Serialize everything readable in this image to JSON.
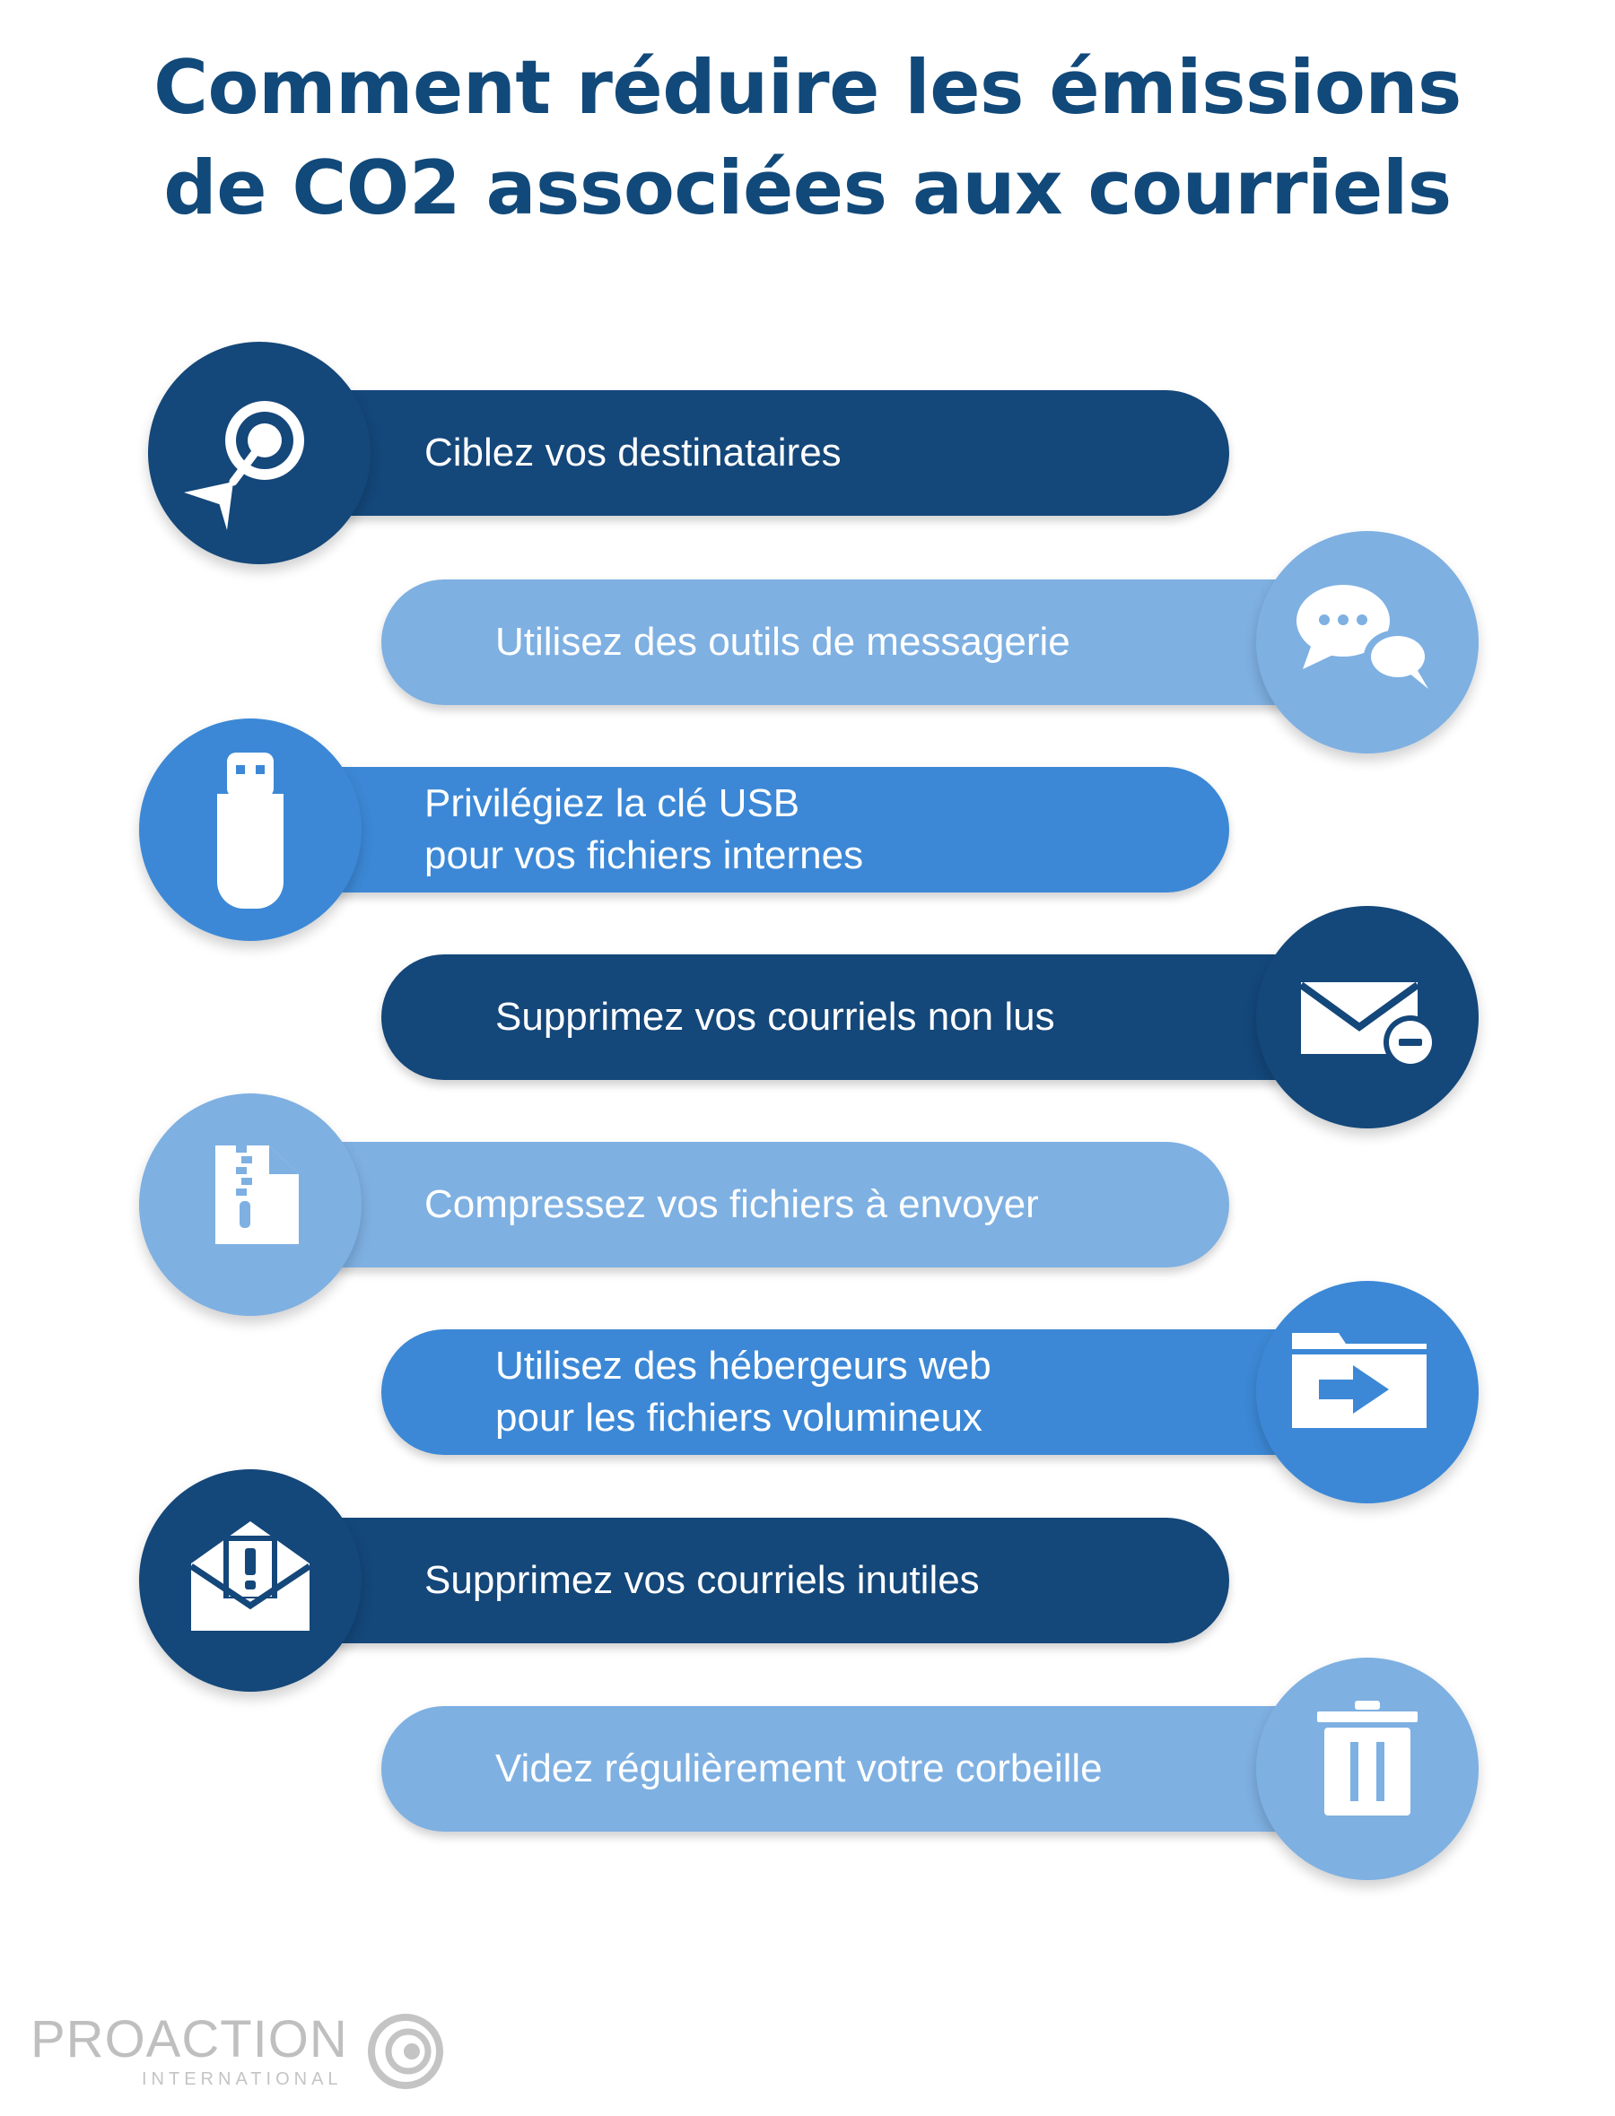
{
  "title": {
    "line1": "Comment réduire les émissions",
    "line2": "de CO2 associées aux courriels"
  },
  "items": [
    {
      "text": "Ciblez vos destinataires",
      "icon": "target-arrow-icon",
      "color": "#14477a",
      "side": "left"
    },
    {
      "text": "Utilisez des outils de messagerie",
      "icon": "chat-bubbles-icon",
      "color": "#7eb0e2",
      "side": "right"
    },
    {
      "text": "Privilégiez la clé USB\npour vos fichiers internes",
      "icon": "usb-key-icon",
      "color": "#3c88d6",
      "side": "left"
    },
    {
      "text": "Supprimez vos courriels non lus",
      "icon": "envelope-minus-icon",
      "color": "#14477a",
      "side": "right"
    },
    {
      "text": "Compressez vos fichiers à envoyer",
      "icon": "zip-file-icon",
      "color": "#7eb0e2",
      "side": "left"
    },
    {
      "text": "Utilisez des hébergeurs web\npour les fichiers volumineux",
      "icon": "folder-arrow-icon",
      "color": "#3c88d6",
      "side": "right"
    },
    {
      "text": "Supprimez vos courriels inutiles",
      "icon": "envelope-alert-icon",
      "color": "#14477a",
      "side": "left"
    },
    {
      "text": "Videz régulièrement votre corbeille",
      "icon": "trash-icon",
      "color": "#7eb0e2",
      "side": "right"
    }
  ],
  "logo": {
    "name": "PROACTION",
    "sub": "INTERNATIONAL",
    "color": "#bfbfbf"
  },
  "colors": {
    "title": "#11497a",
    "dark": "#14477a",
    "light": "#7eb0e2",
    "mid": "#3c88d6"
  }
}
